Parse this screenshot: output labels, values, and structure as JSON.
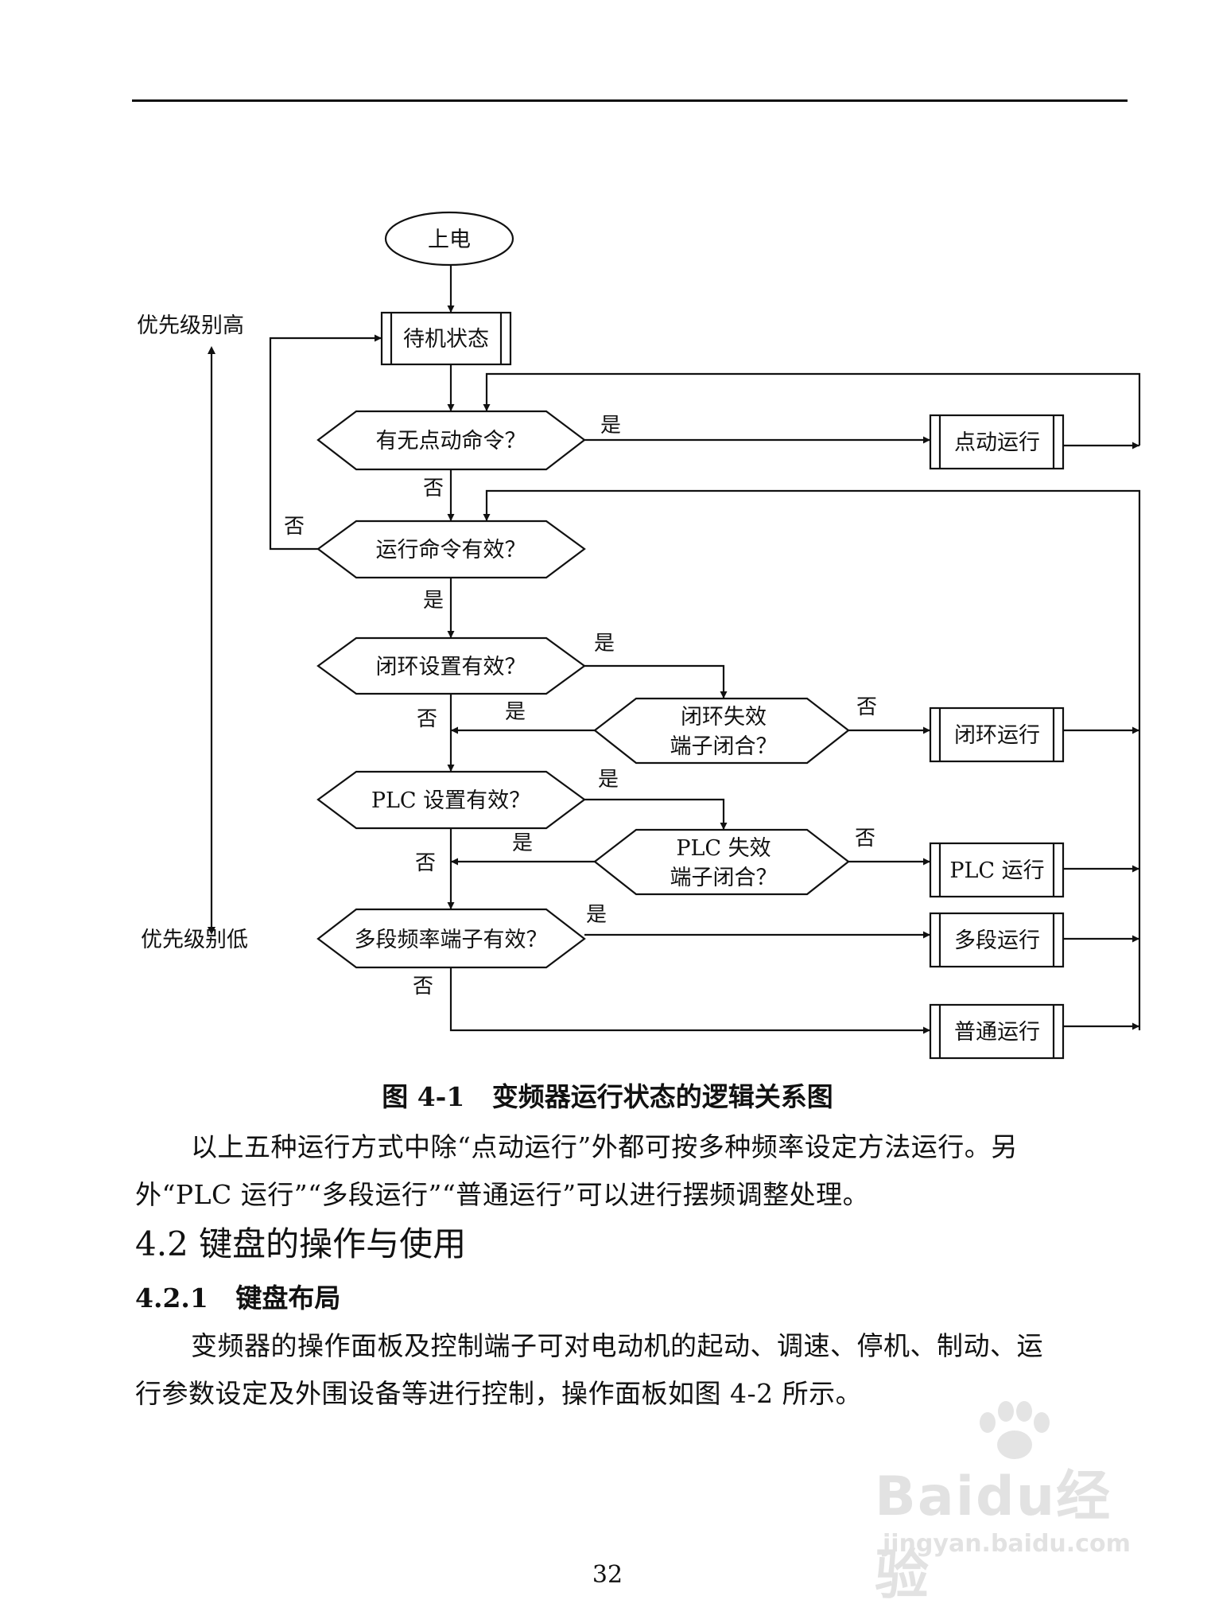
{
  "flowchart": {
    "nodes": {
      "power_on": "上电",
      "standby": "待机状态",
      "jog_query": "有无点动命令？",
      "run_cmd_query": "运行命令有效？",
      "closed_loop_query": "闭环设置有效？",
      "cl_fail_line1": "闭环失效",
      "cl_fail_line2": "端子闭合？",
      "plc_query": "PLC 设置有效？",
      "plc_fail_line1": "PLC 失效",
      "plc_fail_line2": "端子闭合？",
      "multi_query": "多段频率端子有效？",
      "jog_run": "点动运行",
      "closed_loop_run": "闭环运行",
      "plc_run": "PLC 运行",
      "multi_run": "多段运行",
      "normal_run": "普通运行"
    },
    "labels": {
      "yes": "是",
      "no": "否",
      "priority_high": "优先级别高",
      "priority_low": "优先级别低"
    }
  },
  "caption": "图 4-1   变频器运行状态的逻辑关系图",
  "para1_line1": "以上五种运行方式中除“点动运行”外都可按多种频率设定方法运行。另",
  "para1_line2": "外“PLC 运行”“多段运行”“普通运行”可以进行摆频调整处理。",
  "section": "4.2 键盘的操作与使用",
  "subsection": "4.2.1   键盘布局",
  "para2_line1": "变频器的操作面板及控制端子可对电动机的起动、调速、停机、制动、运",
  "para2_line2": "行参数设定及外围设备等进行控制，操作面板如图 4-2 所示。",
  "page_number": "32",
  "watermark": {
    "logo": "Baidu经验",
    "url": "jingyan.baidu.com"
  }
}
